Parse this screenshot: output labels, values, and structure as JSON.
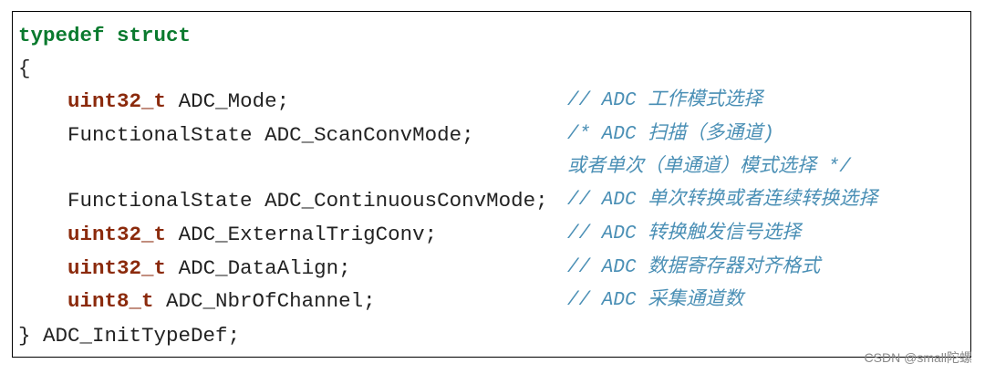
{
  "code": {
    "header_kw1": "typedef",
    "header_kw2": "struct",
    "open_brace": "{",
    "fields": [
      {
        "type": "uint32_t",
        "type_style": "keyword",
        "name": "ADC_Mode;",
        "comment": "// ADC 工作模式选择"
      },
      {
        "type": "FunctionalState",
        "type_style": "plain",
        "name": "ADC_ScanConvMode;",
        "comment": "/* ADC 扫描（多通道)",
        "comment_cont": "或者单次（单通道）模式选择 */"
      },
      {
        "type": "FunctionalState",
        "type_style": "plain",
        "name": "ADC_ContinuousConvMode;",
        "comment": "// ADC 单次转换或者连续转换选择"
      },
      {
        "type": "uint32_t",
        "type_style": "keyword",
        "name": "ADC_ExternalTrigConv;",
        "comment": "// ADC 转换触发信号选择"
      },
      {
        "type": "uint32_t",
        "type_style": "keyword",
        "name": "ADC_DataAlign;",
        "comment": "// ADC 数据寄存器对齐格式"
      },
      {
        "type": "uint8_t",
        "type_style": "keyword",
        "name": "ADC_NbrOfChannel;",
        "comment": "// ADC 采集通道数"
      }
    ],
    "close": "}",
    "typedef_name": "ADC_InitTypeDef;"
  },
  "watermark": "CSDN @small陀螺",
  "colors": {
    "keyword": "#0a7a2e",
    "type": "#8b2a0c",
    "comment": "#4a8fb5"
  }
}
